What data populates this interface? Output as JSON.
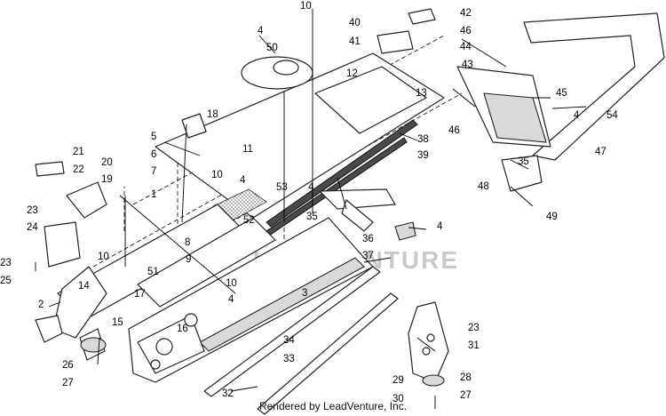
{
  "diagram": {
    "watermark_text": "LEADVENTURE",
    "credit_text": "Rendered by LeadVenture, Inc.",
    "callouts": [
      {
        "id": "c10a",
        "label": "10"
      },
      {
        "id": "c42",
        "label": "42"
      },
      {
        "id": "c40",
        "label": "40"
      },
      {
        "id": "c41",
        "label": "41"
      },
      {
        "id": "c4a",
        "label": "4"
      },
      {
        "id": "c46",
        "label": "46"
      },
      {
        "id": "c44",
        "label": "44"
      },
      {
        "id": "c50",
        "label": "50"
      },
      {
        "id": "c12",
        "label": "12"
      },
      {
        "id": "c43",
        "label": "43"
      },
      {
        "id": "c13",
        "label": "13"
      },
      {
        "id": "c45",
        "label": "45"
      },
      {
        "id": "c18",
        "label": "18"
      },
      {
        "id": "c4b",
        "label": "4"
      },
      {
        "id": "c54",
        "label": "54"
      },
      {
        "id": "c46b",
        "label": "46"
      },
      {
        "id": "c38",
        "label": "38"
      },
      {
        "id": "c5",
        "label": "5"
      },
      {
        "id": "c11",
        "label": "11"
      },
      {
        "id": "c39",
        "label": "39"
      },
      {
        "id": "c47",
        "label": "47"
      },
      {
        "id": "c6",
        "label": "6"
      },
      {
        "id": "c21",
        "label": "21"
      },
      {
        "id": "c35a",
        "label": "35"
      },
      {
        "id": "c7",
        "label": "7"
      },
      {
        "id": "c20",
        "label": "20"
      },
      {
        "id": "c22",
        "label": "22"
      },
      {
        "id": "c10b",
        "label": "10"
      },
      {
        "id": "c4c",
        "label": "4"
      },
      {
        "id": "c53",
        "label": "53"
      },
      {
        "id": "c19",
        "label": "19"
      },
      {
        "id": "c4d",
        "label": "4"
      },
      {
        "id": "c48",
        "label": "48"
      },
      {
        "id": "c1",
        "label": "1"
      },
      {
        "id": "c23a",
        "label": "23"
      },
      {
        "id": "c52",
        "label": "52"
      },
      {
        "id": "c35b",
        "label": "35"
      },
      {
        "id": "c49",
        "label": "49"
      },
      {
        "id": "c24",
        "label": "24"
      },
      {
        "id": "c4e",
        "label": "4"
      },
      {
        "id": "c36",
        "label": "36"
      },
      {
        "id": "c8",
        "label": "8"
      },
      {
        "id": "c37",
        "label": "37"
      },
      {
        "id": "c10c",
        "label": "10"
      },
      {
        "id": "c9",
        "label": "9"
      },
      {
        "id": "c23b",
        "label": "23"
      },
      {
        "id": "c51",
        "label": "51"
      },
      {
        "id": "c25",
        "label": "25"
      },
      {
        "id": "c14",
        "label": "14"
      },
      {
        "id": "c10d",
        "label": "10"
      },
      {
        "id": "c3",
        "label": "3"
      },
      {
        "id": "c17",
        "label": "17"
      },
      {
        "id": "c2",
        "label": "2"
      },
      {
        "id": "c4f",
        "label": "4"
      },
      {
        "id": "c15",
        "label": "15"
      },
      {
        "id": "c16",
        "label": "16"
      },
      {
        "id": "c23c",
        "label": "23"
      },
      {
        "id": "c34",
        "label": "34"
      },
      {
        "id": "c31",
        "label": "31"
      },
      {
        "id": "c26",
        "label": "26"
      },
      {
        "id": "c33",
        "label": "33"
      },
      {
        "id": "c27a",
        "label": "27"
      },
      {
        "id": "c29",
        "label": "29"
      },
      {
        "id": "c28",
        "label": "28"
      },
      {
        "id": "c32",
        "label": "32"
      },
      {
        "id": "c30",
        "label": "30"
      },
      {
        "id": "c27b",
        "label": "27"
      }
    ]
  }
}
